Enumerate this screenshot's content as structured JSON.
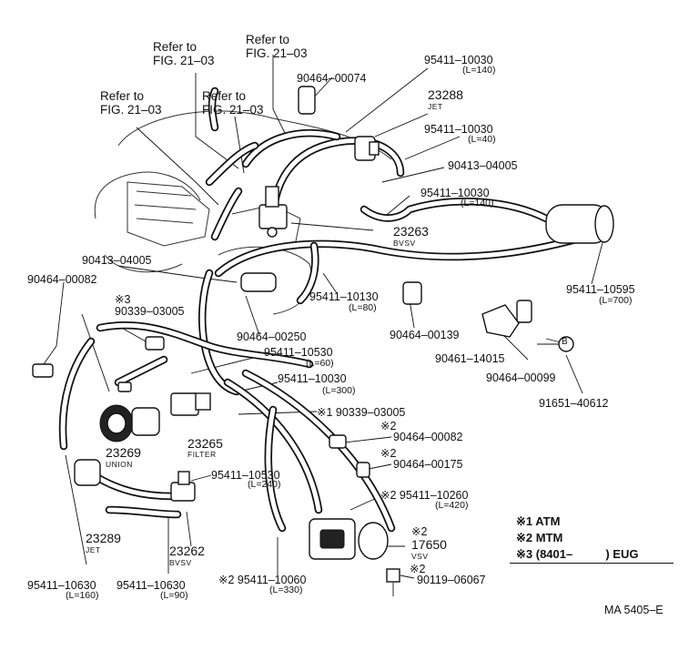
{
  "refs": {
    "r1": "Refer to\nFIG. 21–03",
    "r2": "Refer to\nFIG. 21–03",
    "r3": "Refer to\nFIG. 21–03",
    "r4": "Refer to\nFIG. 21–03"
  },
  "parts": {
    "p_90464_00074": "90464–00074",
    "p_95411_10030_a": "95411–10030",
    "p_95411_10030_a_len": "(L=140)",
    "p_23288": "23288",
    "p_23288_sub": "JET",
    "p_95411_10030_b": "95411–10030",
    "p_95411_10030_b_len": "(L=40)",
    "p_90413_04005_a": "90413–04005",
    "p_95411_10030_c": "95411–10030",
    "p_95411_10030_c_len": "(L=140)",
    "p_23263": "23263",
    "p_23263_sub": "BVSV",
    "p_90413_04005_b": "90413–04005",
    "p_90464_00082_a": "90464–00082",
    "p_star3": "※3",
    "p_90339_03005_a": "90339–03005",
    "p_95411_10130": "95411–10130",
    "p_95411_10130_len": "(L=80)",
    "p_95411_10595": "95411–10595",
    "p_95411_10595_len": "(L=700)",
    "p_90464_00250": "90464–00250",
    "p_90464_00139": "90464–00139",
    "p_95411_10530_a": "95411–10530",
    "p_95411_10530_a_len": "(L=60)",
    "p_90461_14015": "90461–14015",
    "p_90464_00099": "90464–00099",
    "p_circle_b": "B",
    "p_95411_10030_d": "95411–10030",
    "p_95411_10030_d_len": "(L=300)",
    "p_91651_40612": "91651–40612",
    "p_90339_03005_b": "※1 90339–03005",
    "p_23269": "23269",
    "p_23269_sub": "UNION",
    "p_23265": "23265",
    "p_23265_sub": "FILTER",
    "p_star2_a": "※2",
    "p_90464_00082_b": "90464–00082",
    "p_star2_b": "※2",
    "p_90464_00175": "90464–00175",
    "p_95411_10530_b": "95411–10530",
    "p_95411_10530_b_len": "(L=240)",
    "p_95411_10260": "※2 95411–10260",
    "p_95411_10260_len": "(L=420)",
    "p_23289": "23289",
    "p_23289_sub": "JET",
    "p_23262": "23262",
    "p_23262_sub": "BVSV",
    "p_star2_c": "※2",
    "p_17650": "17650",
    "p_17650_sub": "VSV",
    "p_star2_d": "※2",
    "p_90119_06067": "90119–06067",
    "p_95411_10630_a": "95411–10630",
    "p_95411_10630_a_len": "(L=160)",
    "p_95411_10630_b": "95411–10630",
    "p_95411_10630_b_len": "(L=90)",
    "p_95411_10060": "※2 95411–10060",
    "p_95411_10060_len": "(L=330)"
  },
  "legend": {
    "l1": "※1 ATM",
    "l2": "※2 MTM",
    "l3": "※3 (8401–          ) EUG"
  },
  "footer": {
    "code": "MA 5405–E"
  }
}
